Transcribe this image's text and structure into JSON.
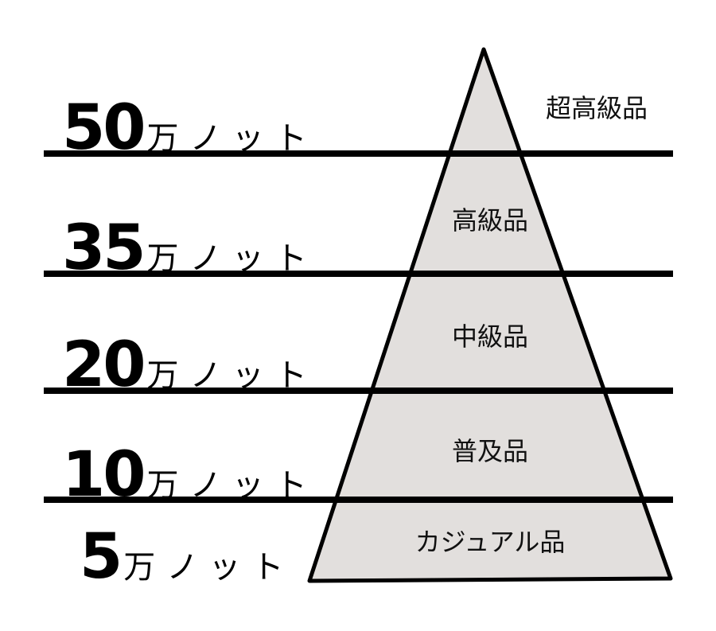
{
  "diagram": {
    "type": "pyramid",
    "fill_color": "#e2dfdd",
    "stroke_color": "#000000",
    "price_levels": [
      {
        "number": "50",
        "unit": "万ノット"
      },
      {
        "number": "35",
        "unit": "万ノット"
      },
      {
        "number": "20",
        "unit": "万ノット"
      },
      {
        "number": "10",
        "unit": "万ノット"
      },
      {
        "number": "5",
        "unit": "万ノット"
      }
    ],
    "tiers": [
      {
        "label": "超高級品"
      },
      {
        "label": "高級品"
      },
      {
        "label": "中級品"
      },
      {
        "label": "普及品"
      },
      {
        "label": "カジュアル品"
      }
    ]
  }
}
